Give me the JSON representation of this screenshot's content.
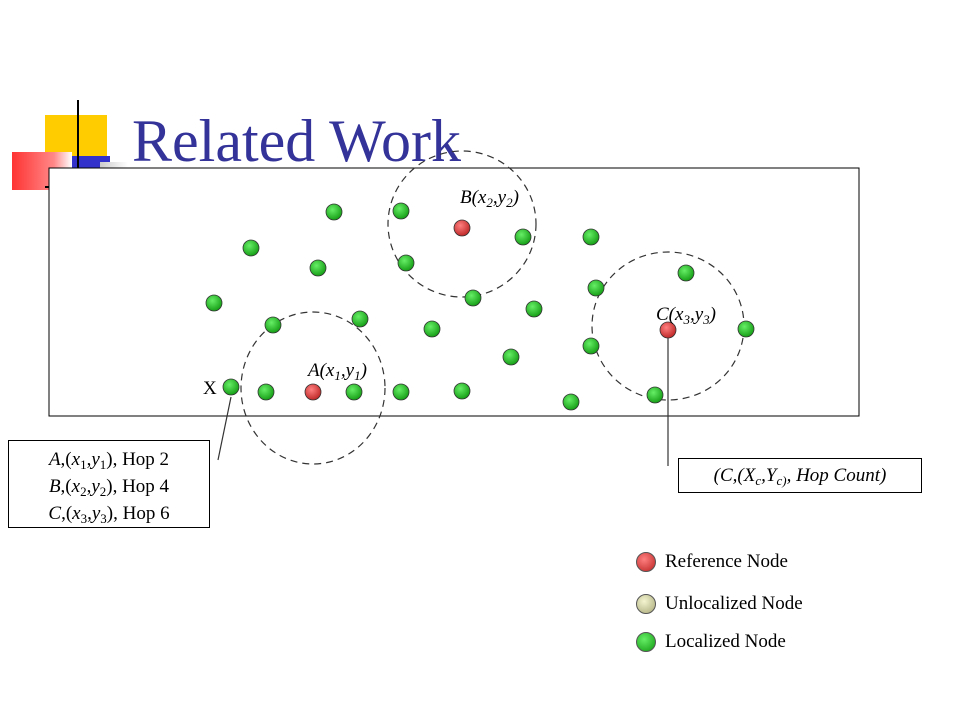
{
  "slide": {
    "title": "Related Work",
    "theme_colors": {
      "title": "#33339a",
      "yellow": "#ffcc00",
      "blue": "#3333cc",
      "red": "#ff3333"
    }
  },
  "diagram": {
    "node_types": {
      "reference": {
        "color": "#cc3333",
        "label": "Reference Node"
      },
      "unlocalized": {
        "color": "#c8c890",
        "label": "Unlocalized Node"
      },
      "localized": {
        "color": "#22aa22",
        "label": "Localized Node"
      }
    },
    "reference_nodes": [
      {
        "id": "A",
        "name": "A",
        "x": "x",
        "x_sub": "1",
        "y": "y",
        "y_sub": "1"
      },
      {
        "id": "B",
        "name": "B",
        "x": "x",
        "x_sub": "2",
        "y": "y",
        "y_sub": "2"
      },
      {
        "id": "C",
        "name": "C",
        "x": "x",
        "x_sub": "3",
        "y": "y",
        "y_sub": "3"
      }
    ],
    "unknown_node_label": "X",
    "hop_table": [
      {
        "name": "A",
        "x_sub": "1",
        "y_sub": "1",
        "hop": "Hop 2"
      },
      {
        "name": "B",
        "x_sub": "2",
        "y_sub": "2",
        "hop": "Hop 4"
      },
      {
        "name": "C",
        "x_sub": "3",
        "y_sub": "3",
        "hop": "Hop 6"
      }
    ],
    "packet": {
      "prefix": "(C,(X",
      "xsub": "c",
      "mid": ",Y",
      "ysub": "c)",
      "suffix": ", Hop Count)"
    }
  },
  "legend": [
    {
      "type": "reference",
      "label": "Reference Node"
    },
    {
      "type": "unlocalized",
      "label": "Unlocalized Node"
    },
    {
      "type": "localized",
      "label": "Localized Node"
    }
  ]
}
